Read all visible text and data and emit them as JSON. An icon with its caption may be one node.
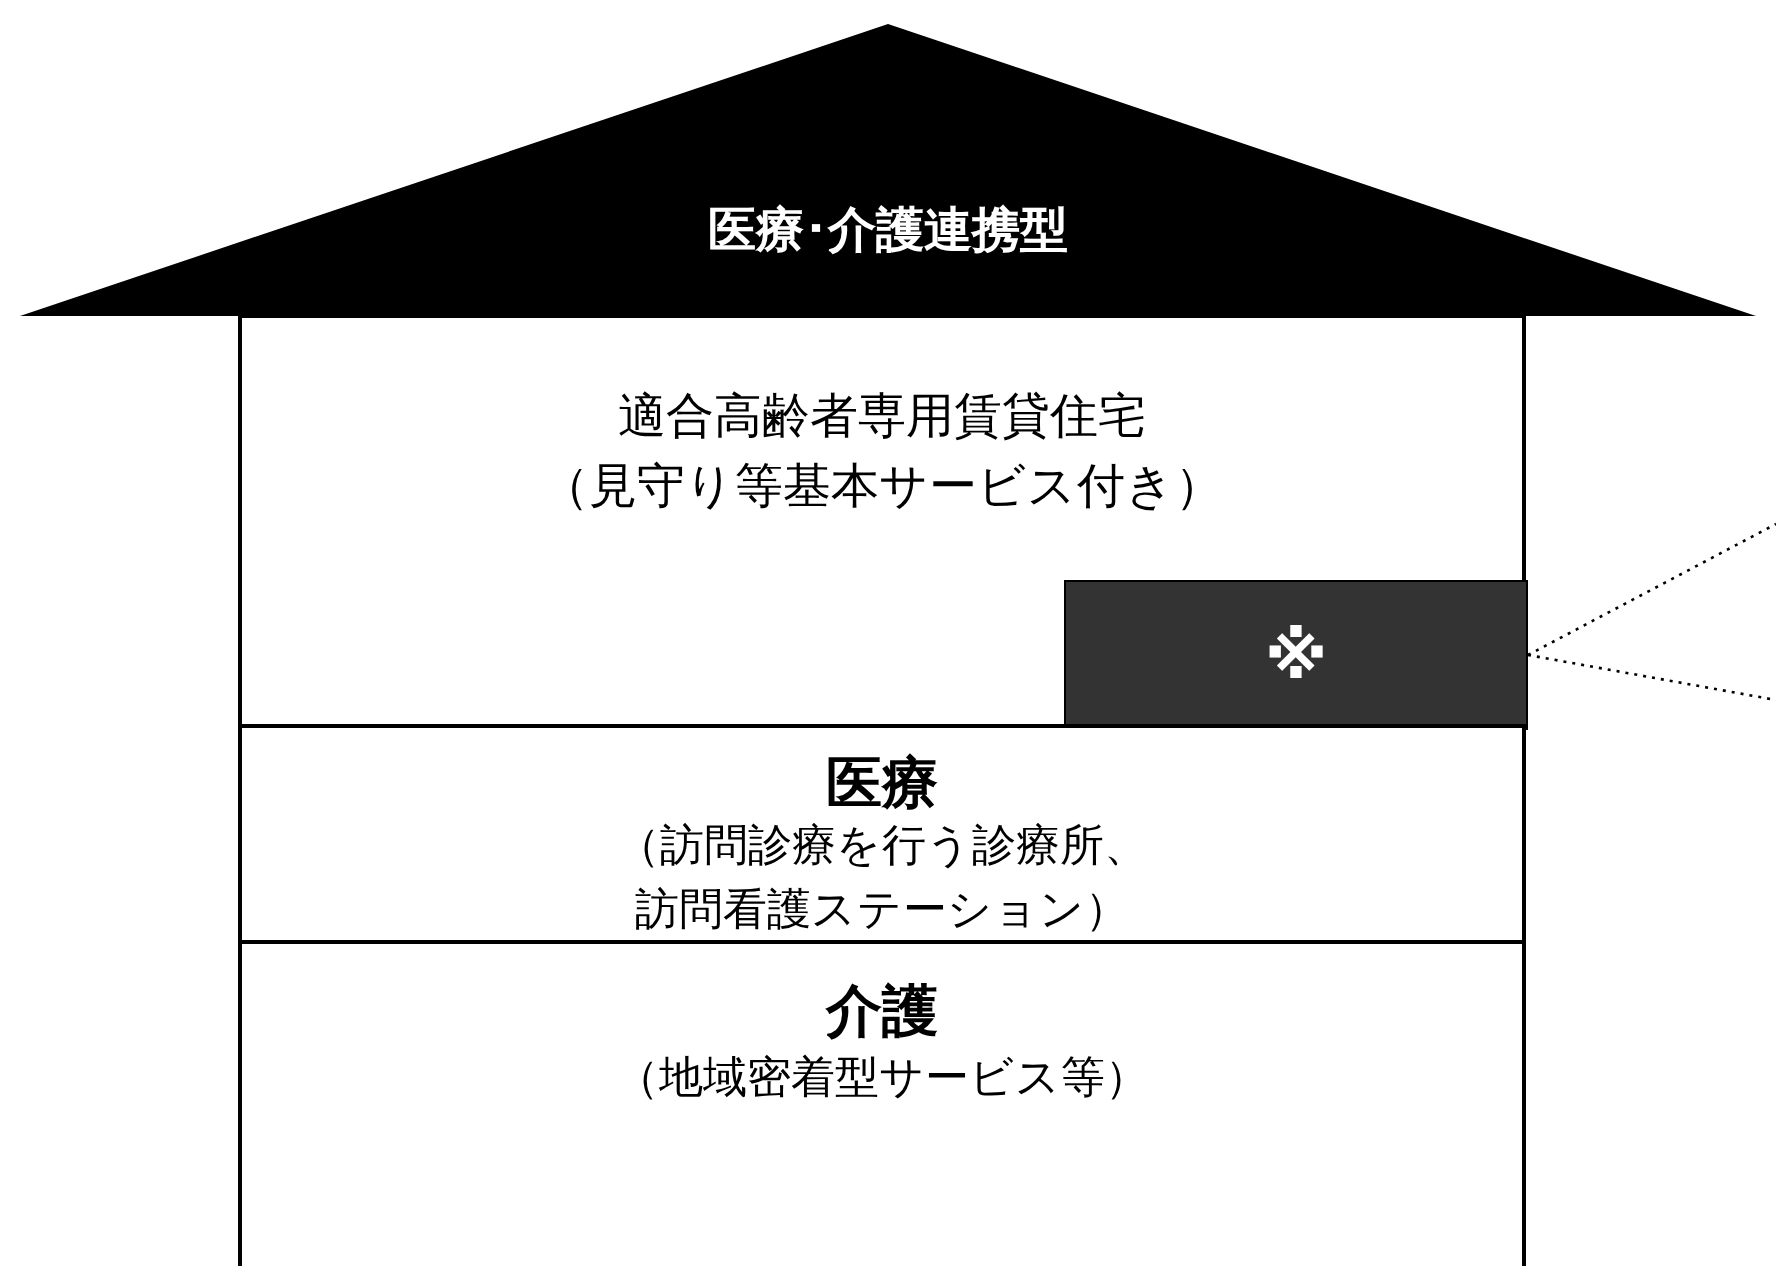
{
  "diagram": {
    "nodes": [
      {
        "text": [
          "医療･介護連携型"
        ]
      },
      {
        "text": [
          "適合高齢者専用賃貸住宅（見守り等基本サービス付き）"
        ]
      },
      {
        "text": [
          "※"
        ],
        "in": 1
      },
      {
        "text": [
          "医療",
          "（訪問診療を行う診療所、訪問看護ステーション）"
        ]
      },
      {
        "text": [
          "介護",
          "（地域密着型サービス等）"
        ]
      }
    ],
    "edges": [
      {
        "from": 2,
        "to": null,
        "arrow": "none",
        "style": "dashed"
      },
      {
        "from": 2,
        "to": null,
        "arrow": "none",
        "style": "dashed"
      }
    ]
  }
}
